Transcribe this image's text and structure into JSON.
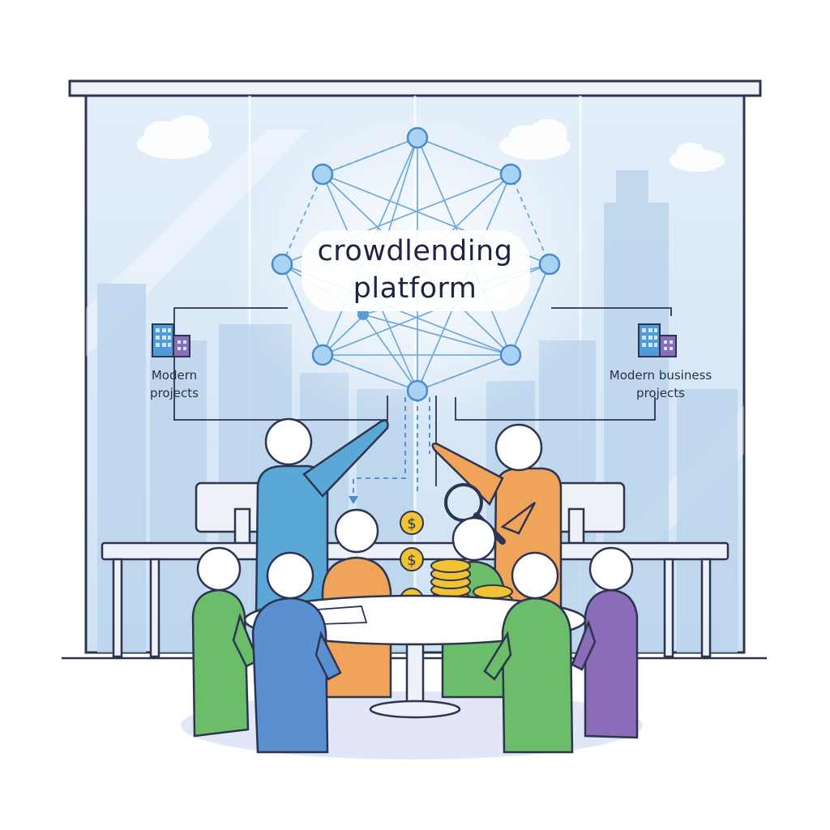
{
  "title": {
    "line1": "crowdlending",
    "line2": "platform"
  },
  "left_panel": {
    "icon": "building-icon",
    "caption_line1": "Modern",
    "caption_line2": "projects"
  },
  "right_panel": {
    "icon": "building-icon",
    "caption_line1": "Modern business",
    "caption_line2": "projects"
  },
  "coins": {
    "symbol": "$"
  },
  "colors": {
    "network": "#6aa6d8",
    "node": "#a9d2f3",
    "sky": "#dbe9f7",
    "person_blue": "#5aa8d8",
    "person_orange": "#f0a45a",
    "person_green": "#6cbd6a",
    "person_purple": "#8a6cb8",
    "coin": "#f1c232"
  }
}
